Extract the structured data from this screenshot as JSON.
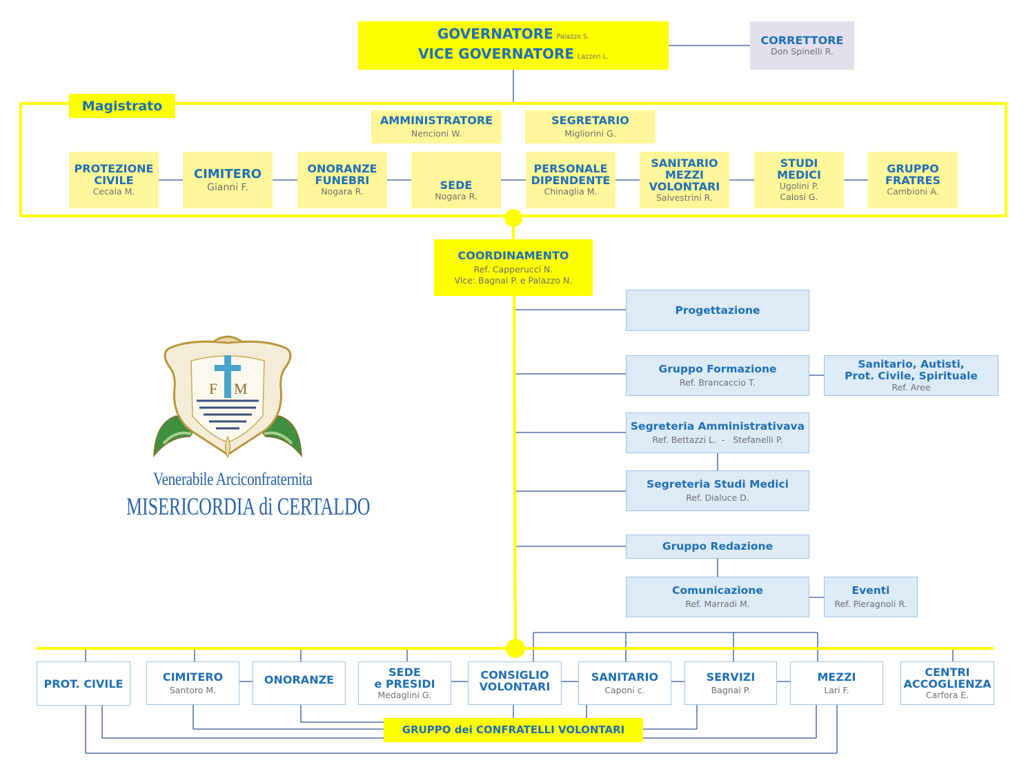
{
  "governatore": {
    "title": "GOVERNATORE",
    "name": "Palazzo S.",
    "vice_title": "VICE GOVERNATORE",
    "vice_name": "Lazzeri L."
  },
  "correttore": {
    "title": "CORRETTORE",
    "name": "Don Spinelli R."
  },
  "magistrato": {
    "label": "Magistrato"
  },
  "amministratore": {
    "title": "AMMINISTRATORE",
    "name": "Nencioni W."
  },
  "segretario": {
    "title": "SEGRETARIO",
    "name": "Migliorini G."
  },
  "magistrato_boxes": [
    {
      "l1": "PROTEZIONE",
      "l2": "CIVILE",
      "n1": "Cecala M.",
      "n2": ""
    },
    {
      "l1": "CIMITERO",
      "l2": "",
      "n1": "Gianni F.",
      "n2": ""
    },
    {
      "l1": "ONORANZE",
      "l2": "FUNEBRI",
      "n1": "Nogara R.",
      "n2": ""
    },
    {
      "l1": "SEDE",
      "l2": "",
      "n1": "Nogara R.",
      "n2": ""
    },
    {
      "l1": "PERSONALE",
      "l2": "DIPENDENTE",
      "n1": "Chinaglia M.",
      "n2": ""
    },
    {
      "l1": "SANITARIO",
      "l2": "MEZZI",
      "l3": "VOLONTARI",
      "n1": "Salvestrini R.",
      "n2": ""
    },
    {
      "l1": "STUDI",
      "l2": "MEDICI",
      "n1": "Ugolini P.",
      "n2": "Calosi G."
    },
    {
      "l1": "GRUPPO",
      "l2": "FRATRES",
      "n1": "Cambioni A.",
      "n2": ""
    }
  ],
  "coordinamento": {
    "title": "COORDINAMENTO",
    "ref": "Ref. Capperucci N.",
    "vice": "Vice: Bagnai P. e Palazzo N."
  },
  "progettazione": {
    "title": "Progettazione"
  },
  "gruppo_formazione": {
    "title": "Gruppo Formazione",
    "ref": "Ref. Brancaccio T."
  },
  "aree": {
    "l1": "Sanitario, Autisti,",
    "l2": "Prot. Civile, Spirituale",
    "ref": "Ref. Aree"
  },
  "segreteria_amm": {
    "title": "Segreteria Amministrativava",
    "ref": "Ref. Bettazzi L.  -   Stefanelli P."
  },
  "segreteria_studi": {
    "title": "Segreteria Studi Medici",
    "ref": "Ref. Dialuce D."
  },
  "gruppo_redazione": {
    "title": "Gruppo Redazione"
  },
  "comunicazione": {
    "title": "Comunicazione",
    "ref": "Ref. Marradi M."
  },
  "eventi": {
    "title": "Eventi",
    "ref": "Ref. Pieragnoli R."
  },
  "logo": {
    "line1": "Venerabile Arciconfraternita",
    "line2": "MISERICORDIA di CERTALDO"
  },
  "bottom_boxes": [
    {
      "l1": "PROT. CIVILE",
      "l2": "",
      "n": ""
    },
    {
      "l1": "CIMITERO",
      "l2": "",
      "n": "Santoro M."
    },
    {
      "l1": "ONORANZE",
      "l2": "",
      "n": ""
    },
    {
      "l1": "SEDE",
      "l2": "e PRESIDI",
      "n": "Medaglini G."
    },
    {
      "l1": "CONSIGLIO",
      "l2": "VOLONTARI",
      "n": ""
    },
    {
      "l1": "SANITARIO",
      "l2": "",
      "n": "Caponi c."
    },
    {
      "l1": "SERVIZI",
      "l2": "",
      "n": "Bagnai P."
    },
    {
      "l1": "MEZZI",
      "l2": "",
      "n": "Lari F."
    },
    {
      "l1": "CENTRI",
      "l2": "ACCOGLIENZA",
      "n": "Carfora E."
    }
  ],
  "gruppo_confratelli": {
    "title": "GRUPPO dei CONFRATELLI VOLONTARI"
  },
  "colors": {
    "yellow_line": "#ffff00",
    "box_yellow": "#fff799",
    "blue_fill": "#ddebf7",
    "blue_border": "#9dc3e6",
    "text_blue": "#1f6fb5",
    "connector": "#2f5597"
  }
}
